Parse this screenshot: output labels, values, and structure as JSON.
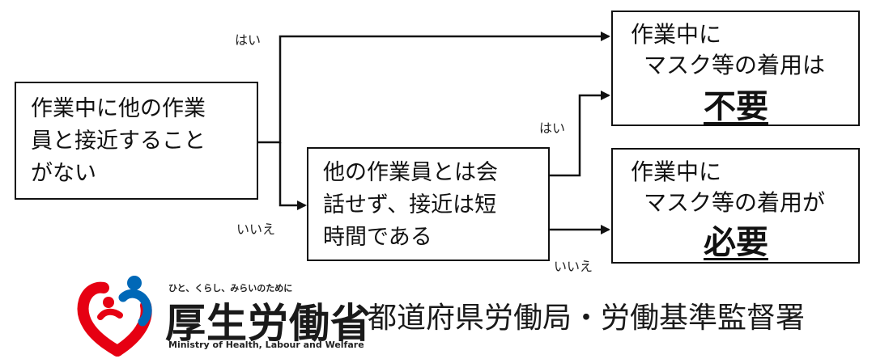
{
  "flowchart": {
    "start_box": {
      "lines": [
        "作業中に他の作業",
        "員と接近すること",
        "がない"
      ]
    },
    "question_box": {
      "lines": [
        "他の作業員とは会",
        "話せず、接近は短",
        "時間である"
      ]
    },
    "result_unnecessary": {
      "line1": "作業中に",
      "line2": "マスク等の着用は",
      "emphasis": "不要"
    },
    "result_necessary": {
      "line1": "作業中に",
      "line2": "マスク等の着用が",
      "emphasis": "必要"
    },
    "labels": {
      "yes_top": "はい",
      "no_left": "いいえ",
      "yes_mid": "はい",
      "no_bottom": "いいえ"
    }
  },
  "footer": {
    "tagline": "ひと、くらし、みらいのために",
    "ministry_jp": "厚生労働省",
    "ministry_en": "Ministry of Health, Labour and Welfare",
    "bureau": "都道府県労働局・労働基準監督署"
  },
  "colors": {
    "logo_red": "#e60012",
    "logo_blue": "#0068b7"
  }
}
